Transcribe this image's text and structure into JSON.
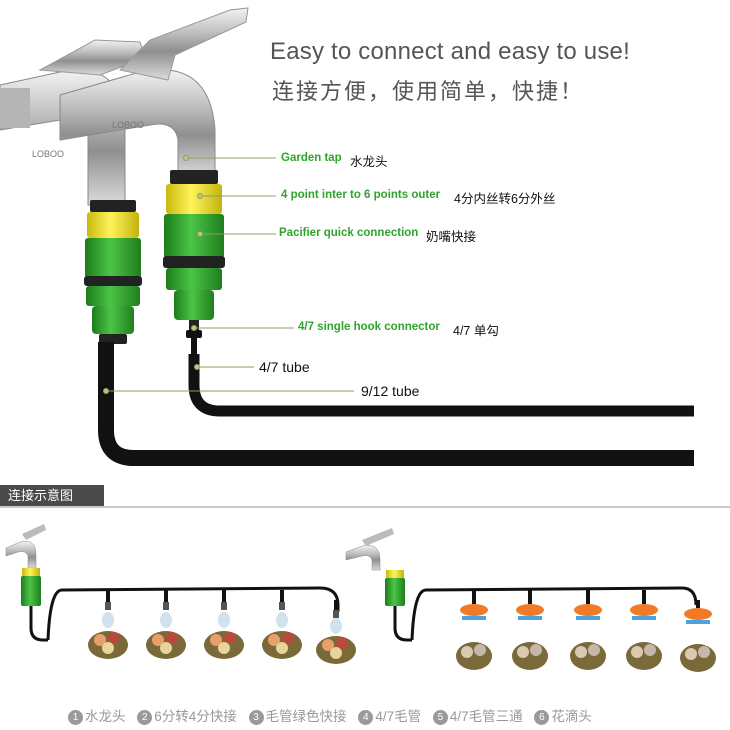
{
  "headline": {
    "en": "Easy to connect and easy to use!",
    "zh": "连接方便，使用简单，快捷！"
  },
  "callouts": [
    {
      "en": "Garden tap",
      "zh": "水龙头"
    },
    {
      "en": "4 point inter  to 6 points outer",
      "zh": "4分内丝转6分外丝"
    },
    {
      "en": "Pacifier quick connection",
      "zh": "奶嘴快接"
    },
    {
      "en": "4/7 single hook connector",
      "zh": "4/7 单勾"
    }
  ],
  "tubes": {
    "small": "4/7 tube",
    "large": "9/12 tube"
  },
  "faucet_brand": "LOBOO",
  "diagram_section_title": "连接示意图",
  "legend": [
    {
      "num": "1",
      "label": "水龙头"
    },
    {
      "num": "2",
      "label": "6分转4分快接"
    },
    {
      "num": "3",
      "label": "毛管绿色快接"
    },
    {
      "num": "4",
      "label": "4/7毛管"
    },
    {
      "num": "5",
      "label": "4/7毛管三通"
    },
    {
      "num": "6",
      "label": "花滴头"
    }
  ],
  "colors": {
    "connector_green": "#2fa32c",
    "connector_yellow": "#f3e51c",
    "tube_black": "#111111",
    "label_green": "#2ea52a",
    "sprinkler_orange": "#f07a25",
    "mist_blue": "#4aa3e0"
  }
}
